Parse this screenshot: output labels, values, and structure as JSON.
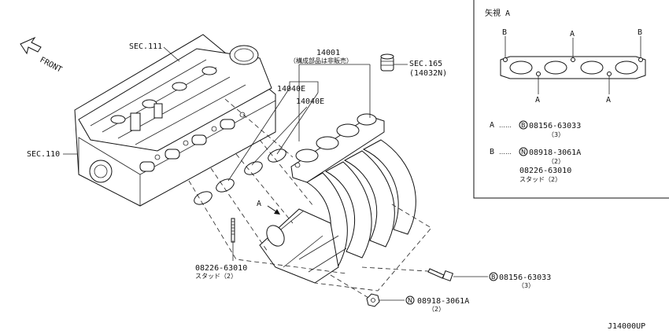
{
  "diagram_id": "J14000UP",
  "front_label": "FRONT",
  "sections": {
    "head_cover": "SEC.111",
    "cylinder_head": "SEC.110",
    "cap_sec": "SEC.165",
    "cap_part": "(14032N)"
  },
  "manifold": {
    "part": "14001",
    "note": "（構成部品は非販売）"
  },
  "gaskets": [
    "14040E",
    "14040E"
  ],
  "view_arrow": "A",
  "stud_left": {
    "part": "08226-63010",
    "desc": "スタッド（2）"
  },
  "bolt_right": {
    "symbol": "B",
    "part": "08156-63033",
    "qty": "（3）"
  },
  "nut_bottom": {
    "symbol": "N",
    "part": "08918-3061A",
    "qty": "（2）"
  },
  "inset": {
    "title": "矢視 A",
    "callouts": [
      "B",
      "A",
      "B",
      "A",
      "A"
    ],
    "legend": [
      {
        "key": "A",
        "dots": "……",
        "symbol": "B",
        "part": "08156-63033",
        "qty": "（3）"
      },
      {
        "key": "B",
        "dots": "……",
        "symbol": "N",
        "part": "08918-3061A",
        "qty": "（2）",
        "extra_part": "08226-63010",
        "extra_desc": "スタッド（2）"
      }
    ]
  }
}
